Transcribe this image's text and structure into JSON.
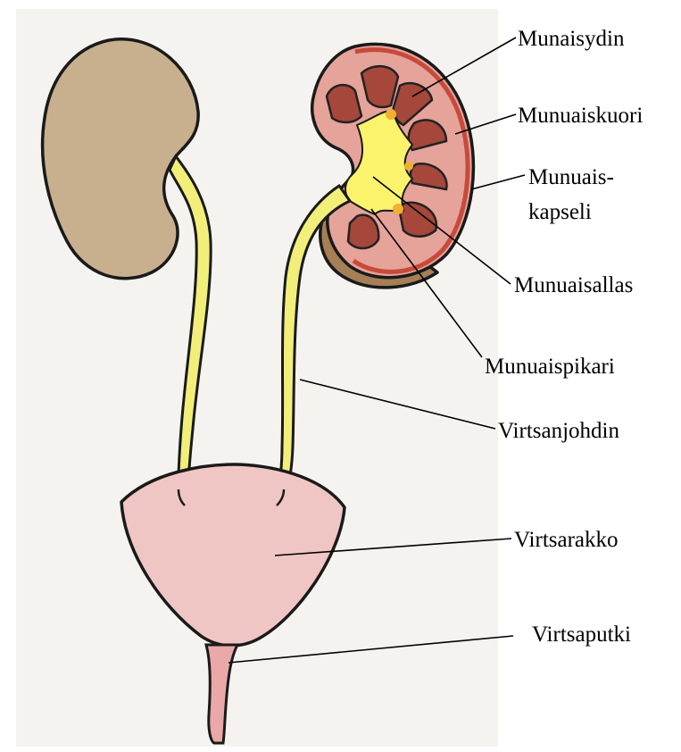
{
  "labels": {
    "munaisydin": "Munaisydin",
    "munuaiskuori": "Munuaiskuori",
    "munuaiskapseli_line1": "Munuais-",
    "munuaiskapseli_line2": "kapseli",
    "munuaisallas": "Munuaisallas",
    "munuaispikari": "Munuaispikari",
    "virtsanjohdin": "Virtsanjohdin",
    "virtsarakko": "Virtsarakko",
    "virtsaputki": "Virtsaputki"
  },
  "colors": {
    "paper": "#f4f3ef",
    "kidney_tan": "#c8b08e",
    "kidney_cortex": "#e6a39a",
    "kidney_capsule": "#c74a3a",
    "medulla": "#a5473b",
    "ureter_yellow": "#f2ee7a",
    "pelvis_yellow": "#fbf36c",
    "calyx_orange": "#f0b030",
    "bladder_pink": "#f0c6c4",
    "urethra_pink": "#eaa8a8",
    "kidney_back": "#a57f55"
  }
}
